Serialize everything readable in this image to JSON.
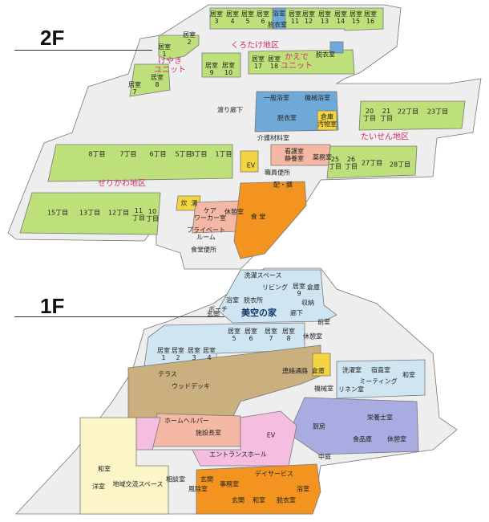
{
  "floors": {
    "upper": "2F",
    "lower": "1F"
  },
  "colors": {
    "room_green": "#bde07a",
    "light_blue": "#cfe6f2",
    "blue": "#6fa9d8",
    "orange": "#f2941f",
    "salmon": "#f5b8a4",
    "pink": "#f5bde0",
    "tan": "#c9b07e",
    "cream": "#fbf5c8",
    "lavender": "#a8ace0",
    "yellow": "#f5d441",
    "corridor": "#eeeeee",
    "outline": "#777777",
    "zone_text": "#d0306a"
  },
  "f2": {
    "zones": {
      "kurotake": "くろたけ地区",
      "keyaki": "けやき\nユニット",
      "kaede": "かえで\nユニット",
      "taisen": "たいせん地区",
      "serikawa": "せりかわ地区"
    },
    "rooms": {
      "r1": "居室\n1",
      "r2": "居室\n2",
      "r3": "居室\n3",
      "r4": "居室\n4",
      "r5": "居室\n5",
      "r6": "居室\n6",
      "r7": "居室\n7",
      "r8": "居室\n8",
      "r9": "居室\n9",
      "r10": "居室\n10",
      "r11": "居室\n11",
      "r12": "居室\n12",
      "r13": "居室\n13",
      "r14": "居室\n14",
      "r15": "居室\n15",
      "r16": "居室\n16",
      "r17": "居室\n17",
      "r18": "居室\n18",
      "bath_top": "浴室",
      "datsui_top": "脱衣室",
      "datsui_kaede": "脱衣室",
      "watari": "渡り廊下",
      "ippan": "一般浴室",
      "kikai": "機械浴室",
      "datsui_blue": "脱衣室",
      "souko_oshi": "倉庫\n汚物室",
      "c20": "20\n丁目",
      "c21": "21\n丁目",
      "c22": "22丁目",
      "c23": "23丁目",
      "c25": "25\n丁目",
      "c26": "26\n丁目",
      "c27": "27丁目",
      "c28": "28丁目",
      "c8": "8丁目",
      "c7": "7丁目",
      "c6": "6丁目",
      "c5": "5丁目",
      "c3": "3丁目",
      "c1": "1丁目",
      "c15": "15丁目",
      "c13": "13丁目",
      "c12": "12丁目",
      "c11": "11\n丁目",
      "c10": "10\n丁目",
      "kaigo": "介護材料室",
      "kango": "看護室\n静養室",
      "kusuri": "薬務室",
      "ev": "EV",
      "shokuin": "職員便所",
      "hangu": "配・膳",
      "suisha": "炊  湯",
      "care": "ケア\nワーカー室",
      "kyukei": "休憩室",
      "shokudo": "食 堂",
      "private": "プライベート\nルーム",
      "shokudo_ben": "食堂便所"
    }
  },
  "f1": {
    "title": "美空の家",
    "rooms": {
      "sentaku": "洗濯スペース",
      "living": "リビング",
      "kyoshitsu9": "居室\n9",
      "souko_t": "倉庫",
      "yokushitsu": "浴室",
      "datsuijo": "脱衣所",
      "shuno": "収納",
      "porch": "ポーチ",
      "genkan_t": "玄関",
      "roka": "廊下",
      "zenshitsu": "前室",
      "k5": "居室\n5",
      "k6": "居室\n6",
      "k7": "居室\n7",
      "k8": "居室\n8",
      "k1": "居室\n1",
      "k2": "居室\n2",
      "k3": "居室\n3",
      "k4": "居室\n4",
      "kyukei1": "休憩室",
      "terrace": "テラス",
      "wood": "ウッドデッキ",
      "renraku": "連絡通路",
      "souko": "倉庫",
      "sentakushitsu": "洗濯室",
      "shukuchoku": "宿直室",
      "meeting": "ミーティング",
      "washitsu_r": "和室",
      "kikaishitsu": "機械室",
      "linen": "リネン室",
      "homehelper": "ホームヘルパー",
      "shisetsucho": "施設長室",
      "ev1": "EV",
      "eiyoshi": "栄養士室",
      "chubo": "厨房",
      "shokuhinko": "食品庫",
      "kyukei2": "休憩室",
      "entrance": "エントランスホール",
      "nakaniwa": "中庭",
      "washitsu_l": "和室",
      "yoshitsu": "洋室",
      "chiiki": "地域交流スペース",
      "sodan": "相談室",
      "genkan_b": "玄関",
      "jimu": "事務室",
      "dayservice": "デイサービス",
      "fuujo": "風除室",
      "yokushitsu_b": "浴室",
      "genkan_c": "玄関",
      "washitsu_b": "和室",
      "datsui_b": "脱衣室"
    }
  }
}
